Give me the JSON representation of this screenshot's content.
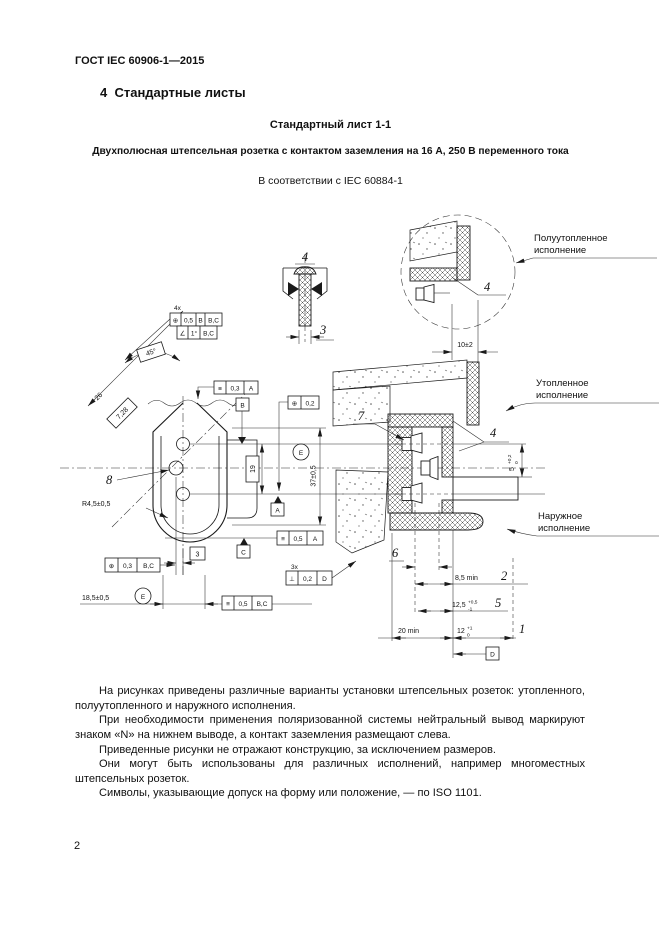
{
  "header": {
    "doc_code": "ГОСТ IEC 60906-1—2015",
    "section_heading": "4  Стандартные листы",
    "sheet_label": "Стандартный лист 1-1",
    "sheet_title": "Двухполюсная штепсельная розетка с контактом заземления на 16 А, 250 В переменного тока",
    "conformity_note": "В соответствии с IEC 60884-1"
  },
  "drawing": {
    "callouts": {
      "semi_recessed": {
        "line1": "Полуутопленное",
        "line2": "исполнение"
      },
      "recessed": {
        "line1": "Утопленное",
        "line2": "исполнение"
      },
      "surface": {
        "line1": "Наружное",
        "line2": "исполнение"
      }
    },
    "item_numbers": {
      "n1": "1",
      "n2": "2",
      "n4": "4",
      "n5": "5",
      "n6": "6",
      "n7": "7",
      "n8": "8"
    },
    "datums": {
      "A": "A",
      "B": "B",
      "C": "C",
      "D": "D",
      "E": "E"
    },
    "gdt_symbols": {
      "position": "⊕",
      "angularity": "∠",
      "perpendicularity": "⊥",
      "symmetry": "≡"
    },
    "tolerance_frames": {
      "holes_qty": "4x",
      "holes_position_tol": "0,5",
      "holes_position_datum1": "B",
      "holes_position_datum2": "B,C",
      "holes_angularity_tol": "1°",
      "holes_angularity_datums": "B,C",
      "sym_top_tol": "0,3",
      "sym_top_datum": "A",
      "pos_small_tol": "0,2",
      "sym_right_tol": "0,5",
      "sym_right_datum": "A",
      "pos_bottom_tol": "0,3",
      "pos_bottom_datums": "B,C",
      "sym_bottom_tol": "0,5",
      "sym_bottom_datums": "B,C",
      "perp_qty": "3x",
      "perp_tol": "0,2",
      "perp_datum": "D"
    },
    "dimensions": {
      "angle": "45°",
      "pitch_diag": "26",
      "pitch_box": "7,28",
      "hole_pitch": "19",
      "body_height": "37±0,5",
      "corner_radius": "R4,5±0,5",
      "earth_offset": "3",
      "engagement": "18,5±0,5",
      "pin_width": "3",
      "recess_depth": "10±2",
      "earth_depth": "5",
      "earth_depth_sup": "+0,2",
      "earth_depth_sub": "0",
      "clearance": "8,5 min",
      "shutter_depth": "12,5",
      "shutter_depth_sup": "+0,5",
      "shutter_depth_sub": "-1",
      "box_depth": "20 min",
      "front_depth": "12",
      "front_depth_sup": "+1",
      "front_depth_sub": "0"
    }
  },
  "notes": {
    "paragraphs": [
      "На рисунках приведены различные варианты установки штепсельных розеток: утопленного, полуутопленного и наружного исполнения.",
      "При необходимости применения поляризованной системы нейтральный вывод маркируют знаком «N» на нижнем выводе, а контакт заземления размещают слева.",
      "Приведенные рисунки не отражают конструкцию, за исключением размеров.",
      "Они могут быть использованы для различных исполнений, например многоместных штепсельных розеток.",
      "Символы, указывающие допуск на форму или положение, — по ISO 1101."
    ]
  },
  "footer": {
    "page_number": "2"
  }
}
